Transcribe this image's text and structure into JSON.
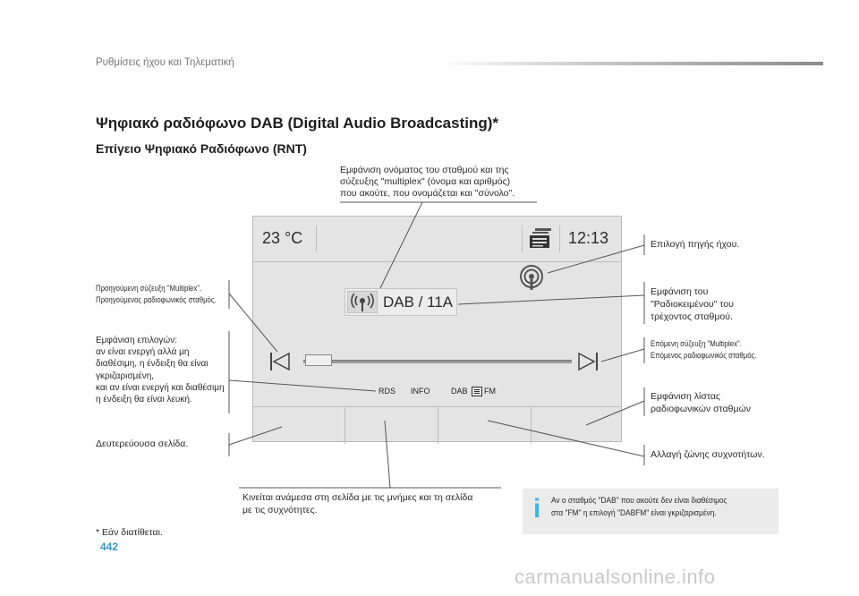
{
  "header": {
    "section": "Ρυθμίσεις ήχου και Τηλεματική"
  },
  "title": "Ψηφιακό ραδιόφωνο DAB (Digital Audio Broadcasting)*",
  "subtitle": "Επίγειο Ψηφιακό Ραδιόφωνο (RNT)",
  "callouts": {
    "station_name": [
      "Εμφάνιση ονόματος του σταθμού και της",
      "σύζευξης \"multiplex\" (όνομα και αριθμός)",
      "που ακούτε, που ονομάζεται και \"σύνολο\"."
    ],
    "prev_multiplex": [
      "Προηγούμενη σύζευξη \"Multiplex\".",
      "Προηγούμενος ραδιοφωνικός σταθμός."
    ],
    "options": [
      "Εμφάνιση επιλογών:",
      "αν είναι ενεργή αλλά μη",
      "διαθέσιμη, η ένδειξη θα είναι",
      "γκριζαρισμένη,",
      "και αν είναι ενεργή και διαθέσιμη",
      "η ένδειξη θα είναι λευκή."
    ],
    "secondary_page": "Δευτερεύουσα σελίδα.",
    "source": "Επιλογή πηγής ήχου.",
    "radiotext": [
      "Εμφάνιση του",
      "\"Ραδιοκειμένου\" του",
      "τρέχοντος σταθμού."
    ],
    "next_multiplex": [
      "Επόμενη σύζευξη \"Multiplex\".",
      "Επόμενος ραδιοφωνικός σταθμός."
    ],
    "station_list": [
      "Εμφάνιση λίστας",
      "ραδιοφωνικών σταθμών"
    ],
    "band": "Αλλαγή ζώνης συχνοτήτων.",
    "memories": [
      "Κινείται ανάμεσα στη σελίδα με τις μνήμες και τη σελίδα",
      "με τις συχνότητες."
    ]
  },
  "screen": {
    "temperature": "23 °C",
    "time": "12:13",
    "station": "DAB / 11A",
    "tabs": {
      "rds": "RDS",
      "info": "INFO",
      "dab": "DAB",
      "fm": "FM"
    }
  },
  "note": [
    "Αν ο σταθμός \"DAB\" που ακούτε δεν είναι διαθέσιμος",
    "στα \"FM\" η επιλογή \"DABFM\" είναι γκριζαρισμένη."
  ],
  "footnote": "* Εάν διατίθεται.",
  "page_number": "442",
  "watermark": "carmanualsonline.info",
  "colors": {
    "accent": "#3a97c9",
    "info_icon": "#38b9e8"
  }
}
